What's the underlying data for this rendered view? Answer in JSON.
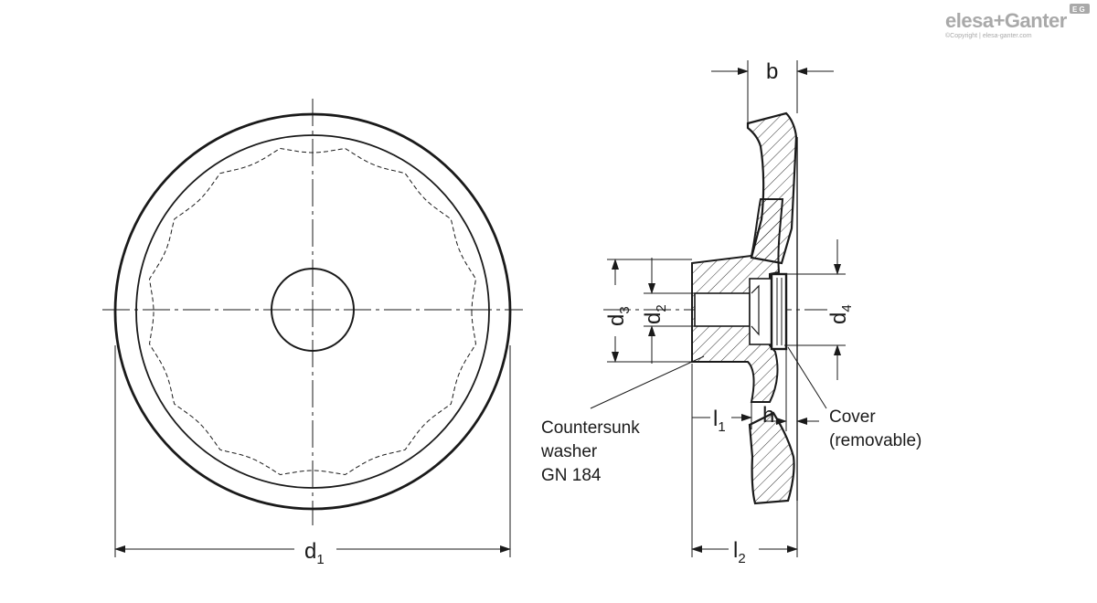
{
  "brand": {
    "name_part1": "elesa",
    "name_sep": "+",
    "name_part2": "Ganter",
    "copyright": "©Copyright | elesa-ganter.com",
    "badge": "E G"
  },
  "dimensions": {
    "d1": {
      "base": "d",
      "sub": "1"
    },
    "d2": {
      "base": "d",
      "sub": "2"
    },
    "d3": {
      "base": "d",
      "sub": "3"
    },
    "d4": {
      "base": "d",
      "sub": "4"
    },
    "l1": {
      "base": "l",
      "sub": "1"
    },
    "l2": {
      "base": "l",
      "sub": "2"
    },
    "b": "b",
    "h": "h"
  },
  "notes": {
    "washer": [
      "Countersunk",
      "washer",
      "GN 184"
    ],
    "cover": [
      "Cover",
      "(removable)"
    ]
  },
  "colors": {
    "line": "#1a1a1a",
    "logo": "#a9a9a9"
  }
}
